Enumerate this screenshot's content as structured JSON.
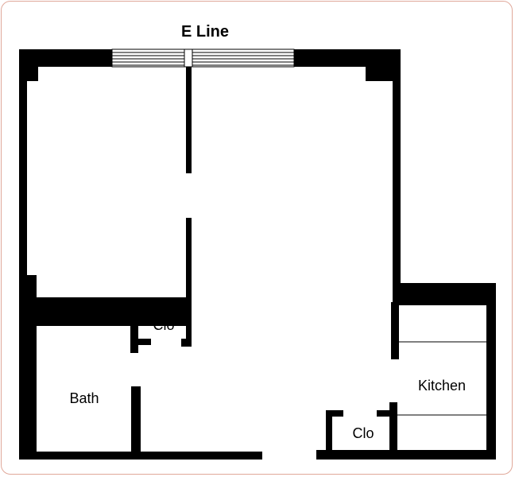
{
  "title": "E Line",
  "rooms": {
    "closet_upper": "Clo",
    "bath": "Bath",
    "kitchen": "Kitchen",
    "closet_lower": "Clo"
  },
  "colors": {
    "frame_border": "#e0a89a",
    "walls": "#000000",
    "background": "#ffffff"
  }
}
